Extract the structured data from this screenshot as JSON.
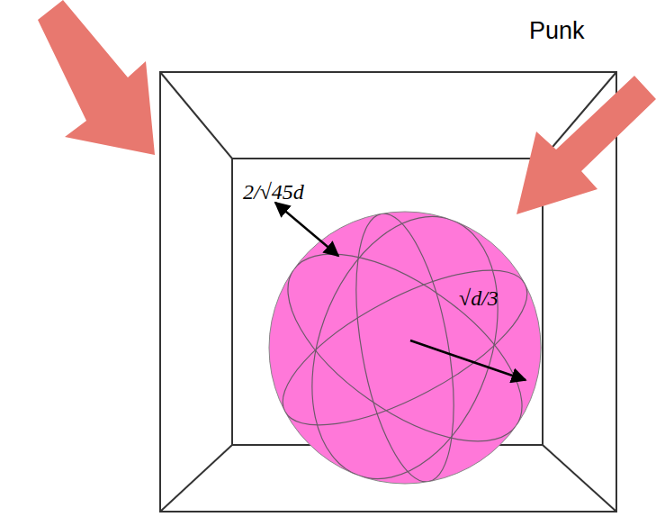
{
  "diagram": {
    "labels": [
      "Punk",
      "2/√45d",
      "√d/3"
    ]
  }
}
